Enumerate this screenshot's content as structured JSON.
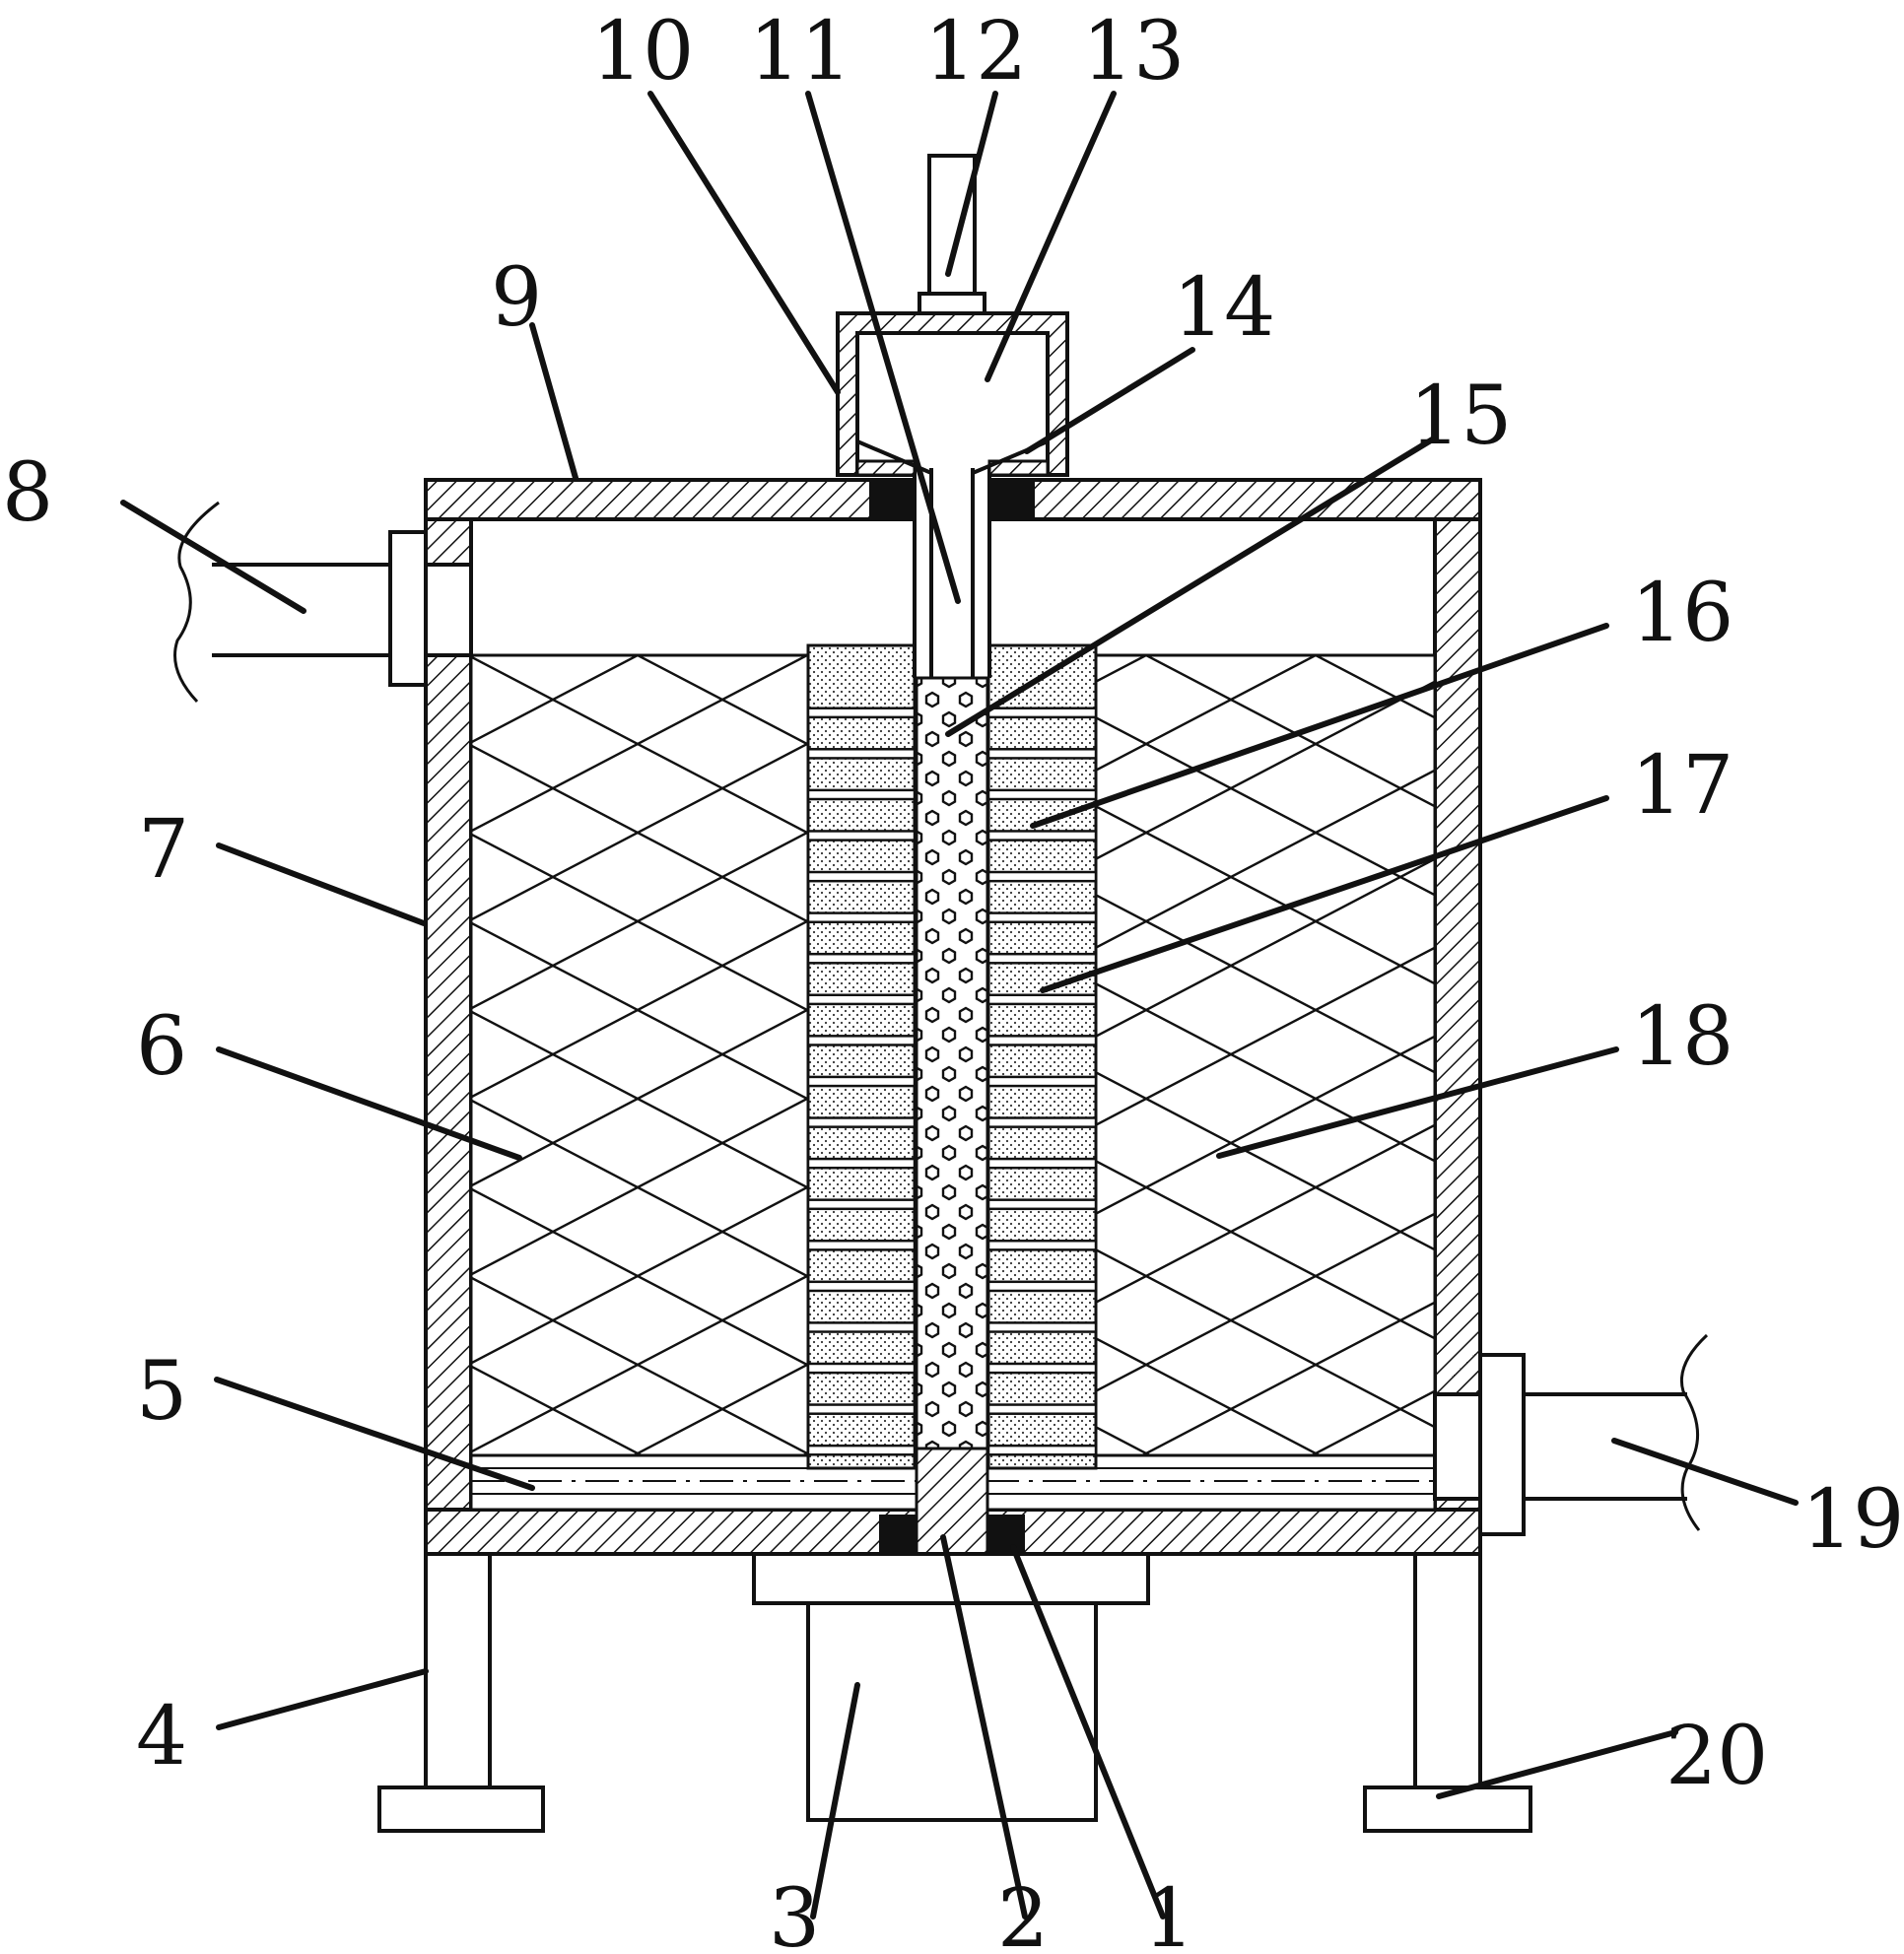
{
  "figure": {
    "type": "patent-style cross-section drawing",
    "colors": {
      "line": "#111111",
      "background": "#ffffff",
      "seal": "#111111"
    }
  },
  "labels": {
    "l1": "1",
    "l2": "2",
    "l3": "3",
    "l4": "4",
    "l5": "5",
    "l6": "6",
    "l7": "7",
    "l8": "8",
    "l9": "9",
    "l10": "10",
    "l11": "11",
    "l12": "12",
    "l13": "13",
    "l14": "14",
    "l15": "15",
    "l16": "16",
    "l17": "17",
    "l18": "18",
    "l19": "19",
    "l20": "20"
  }
}
